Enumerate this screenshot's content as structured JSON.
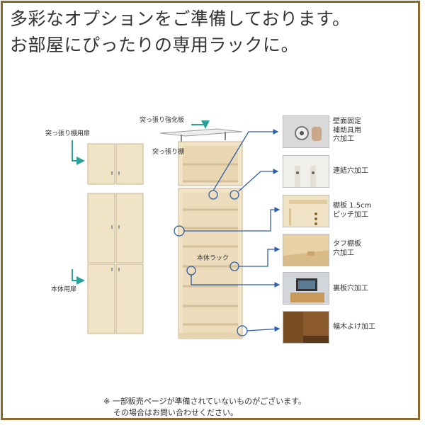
{
  "headline": {
    "line1": "多彩なオプションをご準備しております。",
    "line2": "お部屋にぴったりの専用ラックに。"
  },
  "diagram": {
    "tension_shelf_door": "突っ張り棚用扉",
    "main_door": "本体用扉",
    "tension_plate": "突っ張り強化板",
    "tension_shelf": "突っ張り棚",
    "main_rack": "本体ラック"
  },
  "options": [
    {
      "label": "壁面固定\n補助具用\n穴加工",
      "icon": "wall-anchor-icon"
    },
    {
      "label": "連結穴加工",
      "icon": "connection-hole-icon"
    },
    {
      "label": "棚板 1.5cm\nピッチ加工",
      "icon": "shelf-pitch-icon"
    },
    {
      "label": "タフ棚板\n穴加工",
      "icon": "tough-shelf-icon"
    },
    {
      "label": "裏板穴加工",
      "icon": "back-panel-hole-icon"
    },
    {
      "label": "幅木よけ加工",
      "icon": "baseboard-cut-icon"
    }
  ],
  "note": {
    "line1": "※ 一部販売ページが準備されていないものがございます。",
    "line2": "その場合はお問い合わせください。"
  },
  "colors": {
    "frame": "#8a6a2f",
    "wood": "#f1e3c6",
    "arrow_teal": "#2aa199",
    "line_blue": "#2f5fa8"
  }
}
